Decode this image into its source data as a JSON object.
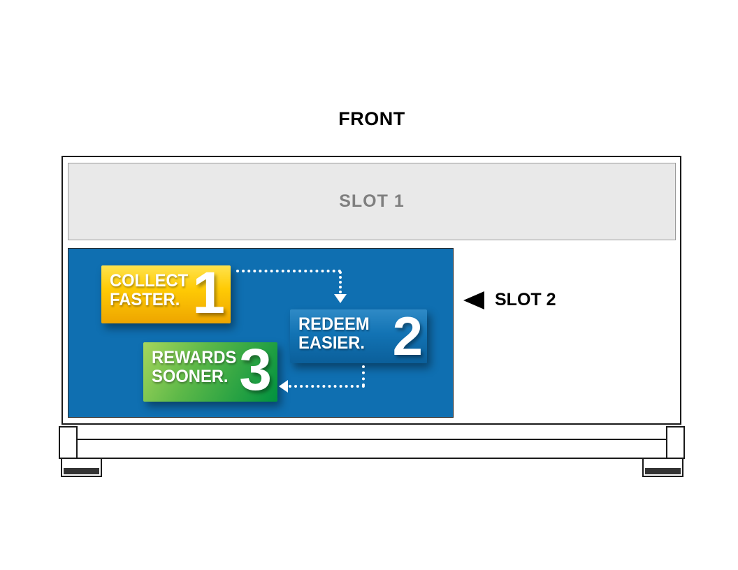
{
  "title": "FRONT",
  "cabinet": {
    "slot1_label": "SLOT 1",
    "slot2_label": "SLOT 2",
    "promo_panel": {
      "background": "#0f6fb1",
      "arrow_color": "#ffffff",
      "badges": [
        {
          "line1": "COLLECT",
          "line2": "FASTER.",
          "number": "1",
          "color": "#ffcb05"
        },
        {
          "line1": "REDEEM",
          "line2": "EASIER.",
          "number": "2",
          "color": "#1273b4"
        },
        {
          "line1": "REWARDS",
          "line2": "SOONER.",
          "number": "3",
          "color": "#44a948"
        }
      ]
    }
  }
}
